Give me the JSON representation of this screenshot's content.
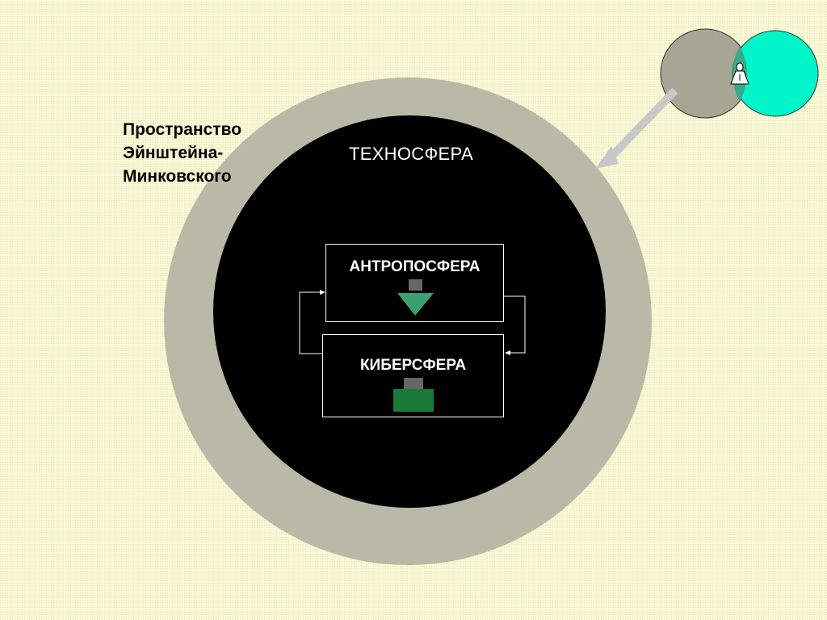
{
  "diagram": {
    "space_label_lines": [
      "Пространство",
      "Эйнштейна-",
      "Минковского"
    ],
    "technosphere_label": "ТЕХНОСФЕРА",
    "anthroposphere_label": "АНТРОПОСФЕРА",
    "cybersphere_label": "КИБЕРСФЕРА"
  },
  "colors": {
    "background": "#fdfcd9",
    "outer_ring": "#b9b9a8",
    "inner_circle": "#000000",
    "venn_gray": "#a6a695",
    "venn_cyan": "#00f5c8",
    "venn_overlap": "#3aa88a",
    "arrow": "#c8c8c8",
    "green_dark": "#1a7a3a",
    "green_light": "#3aa070",
    "connector_gray": "#666666"
  }
}
